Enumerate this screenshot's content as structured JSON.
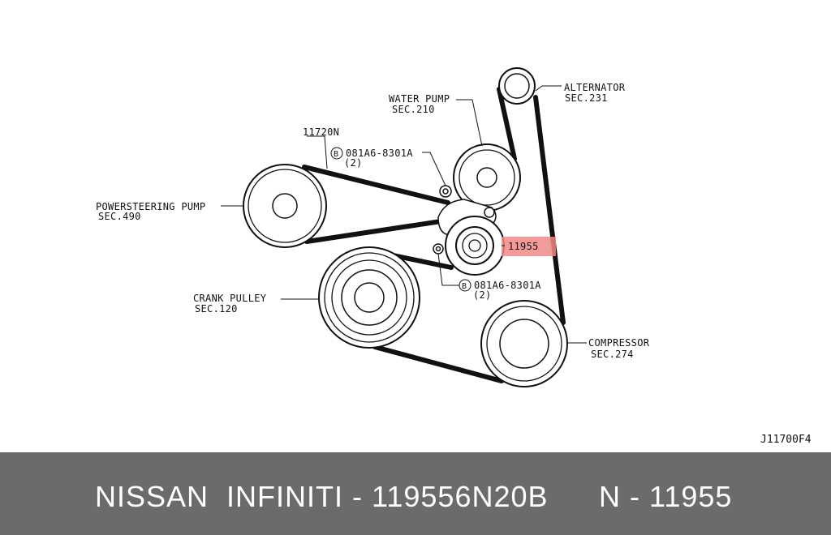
{
  "diagram": {
    "alternator": {
      "name": "ALTERNATOR",
      "sec": "SEC.231"
    },
    "water_pump": {
      "name": "WATER PUMP",
      "sec": "SEC.210"
    },
    "belt_part": "11720N",
    "bolt_top": {
      "part": "081A6-8301A",
      "qty": "(2)",
      "symbol": "B"
    },
    "bolt_bottom": {
      "part": "081A6-8301A",
      "qty": "(2)",
      "symbol": "B"
    },
    "powersteering": {
      "name": "POWERSTEERING PUMP",
      "sec": "SEC.490"
    },
    "tensioner": {
      "part": "11955",
      "highlight_color": "#f08a8a"
    },
    "crank": {
      "name": "CRANK PULLEY",
      "sec": "SEC.120"
    },
    "compressor": {
      "name": "COMPRESSOR",
      "sec": "SEC.274"
    },
    "drawing_code": "J11700F4"
  },
  "footer": {
    "left_text": "NISSAN  INFINITI - 119556N20B",
    "right_text": "N - 11955",
    "background": "#6b6b6b"
  }
}
